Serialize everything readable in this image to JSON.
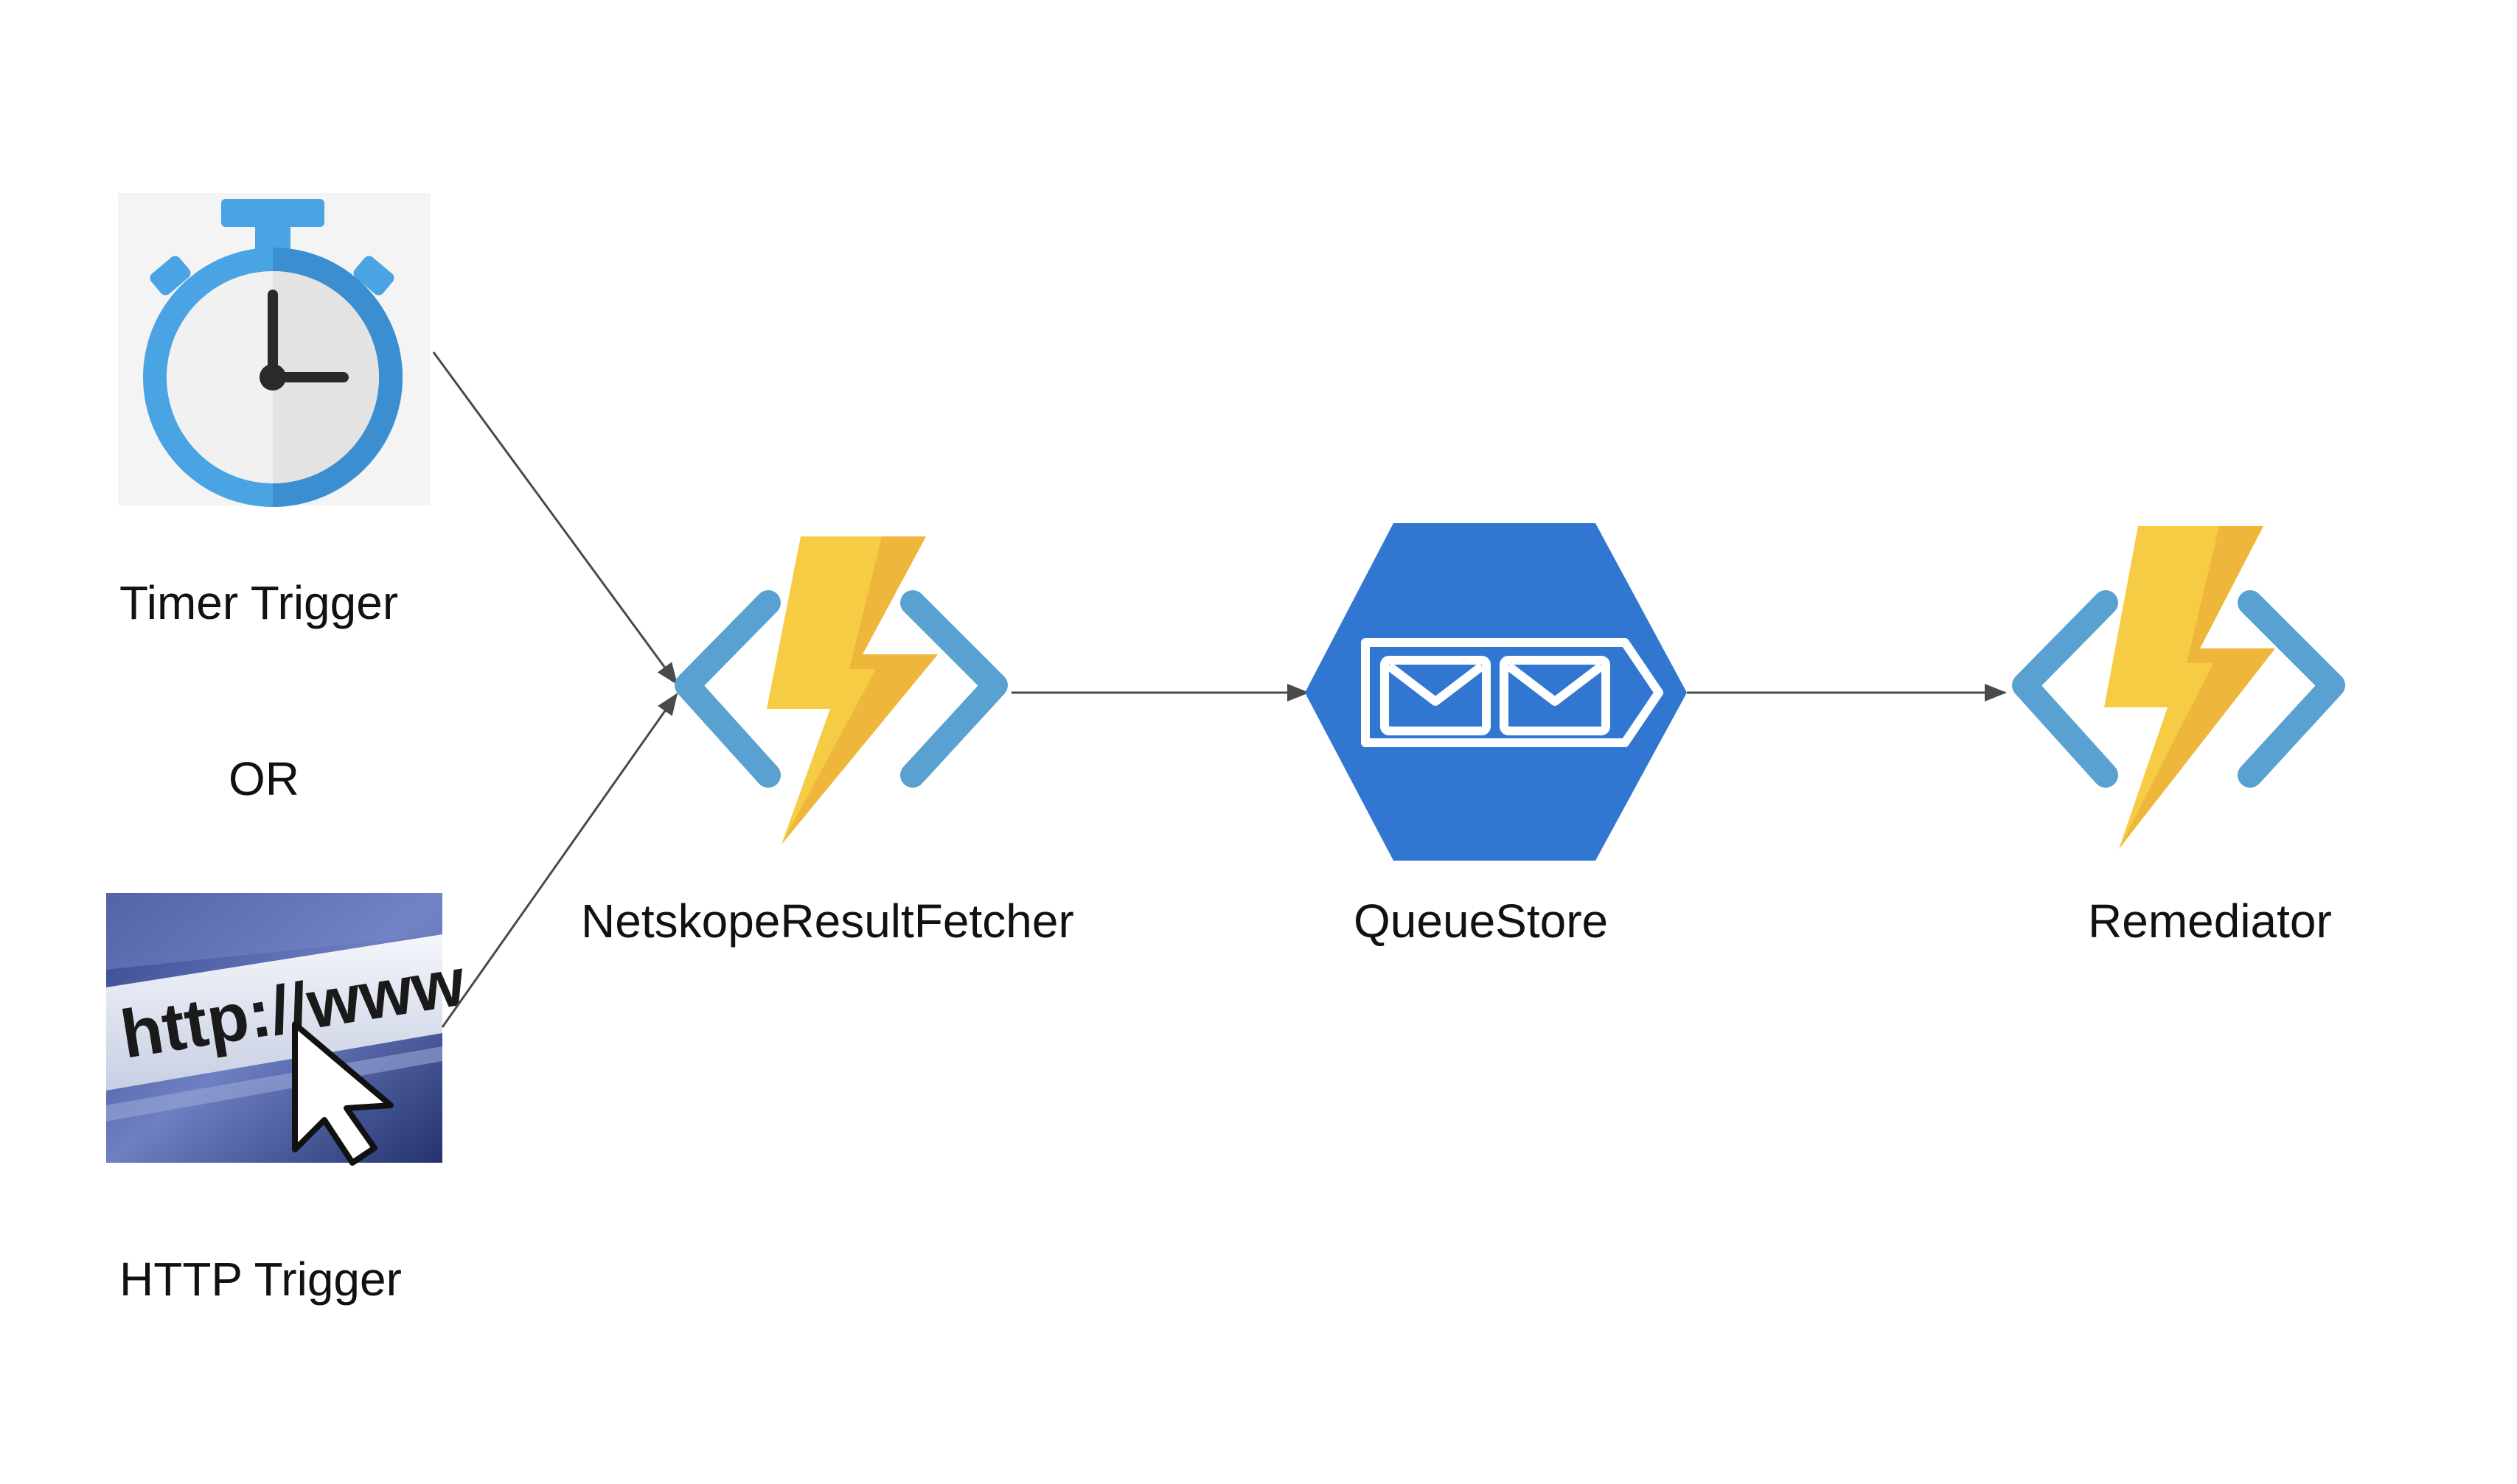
{
  "diagram": {
    "nodes": {
      "timer_trigger": {
        "label": "Timer Trigger",
        "icon": "stopwatch-icon"
      },
      "http_trigger": {
        "label": "HTTP Trigger",
        "icon": "http-www-cursor-icon",
        "icon_text": "http://www"
      },
      "fetcher": {
        "label": "NetskopeResultFetcher",
        "icon": "azure-function-icon"
      },
      "queue": {
        "label": "QueueStore",
        "icon": "queue-storage-icon"
      },
      "remediator": {
        "label": "Remediator",
        "icon": "azure-function-icon"
      }
    },
    "or_text": "OR",
    "edges": [
      {
        "from": "timer_trigger",
        "to": "fetcher"
      },
      {
        "from": "http_trigger",
        "to": "fetcher"
      },
      {
        "from": "fetcher",
        "to": "queue"
      },
      {
        "from": "queue",
        "to": "remediator"
      }
    ],
    "colors": {
      "arrow": "#4a4a4a",
      "function_bracket": "#59a1d0",
      "bolt_light": "#f6cc45",
      "bolt_dark": "#eeb73b",
      "queue_blue": "#3177d2",
      "stopwatch_blue": "#4aa3e2",
      "http_background": "#3a4a8a"
    }
  }
}
